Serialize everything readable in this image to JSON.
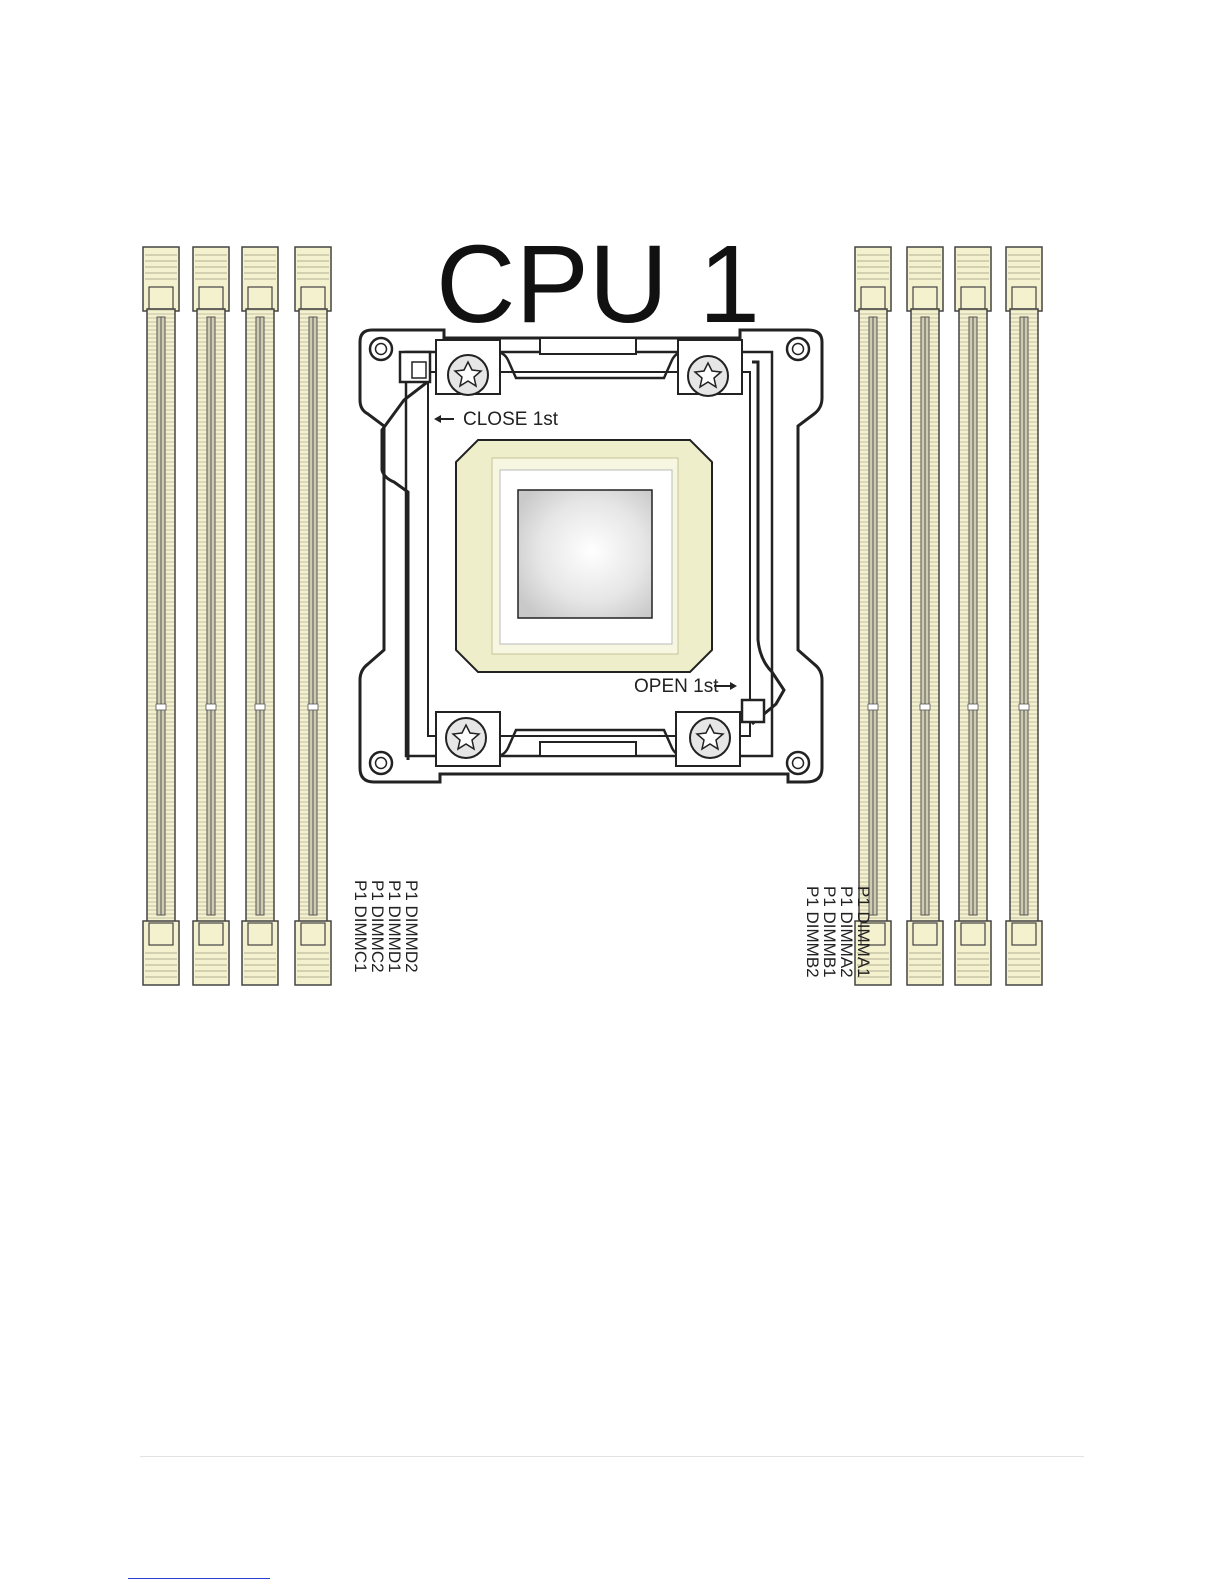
{
  "cpu": {
    "title": "CPU 1",
    "close_label": "CLOSE 1st",
    "open_label": "OPEN 1st"
  },
  "dimms": {
    "left": [
      "P1 DIMMD2",
      "P1 DIMMD1",
      "P1 DIMMC2",
      "P1 DIMMC1"
    ],
    "right": [
      "P1 DIMMA1",
      "P1 DIMMA2",
      "P1 DIMMB1",
      "P1 DIMMB2"
    ]
  },
  "colors": {
    "slot_fill": "#f4f1cf",
    "slot_stroke": "#444444",
    "socket_yellow": "#efeecb",
    "outline": "#222222"
  }
}
